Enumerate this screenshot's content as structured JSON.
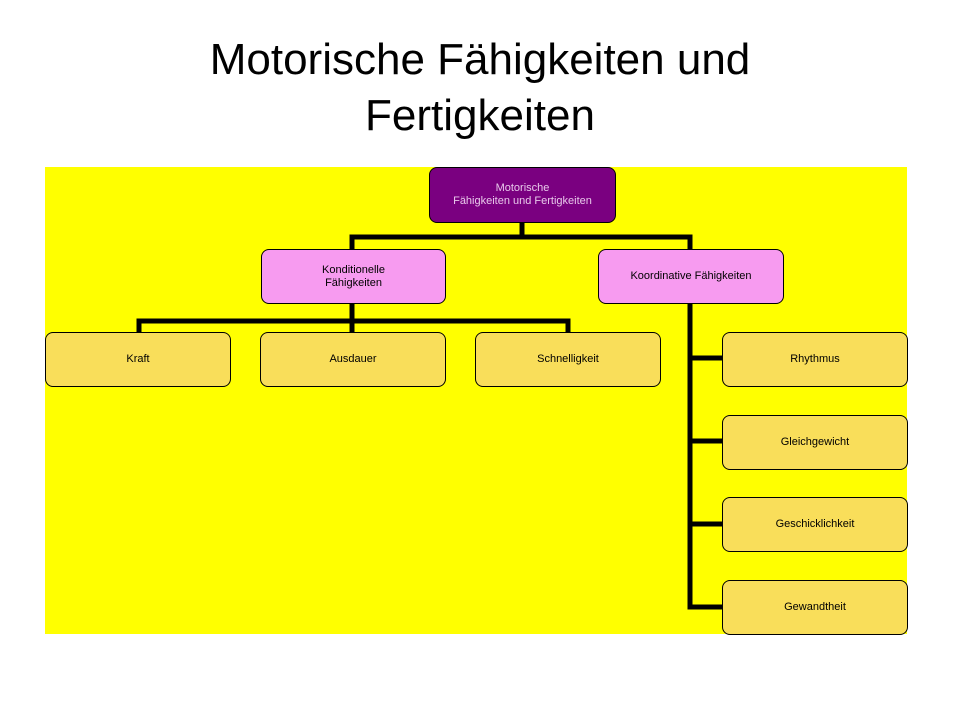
{
  "title": {
    "line1": "Motorische Fähigkeiten und",
    "line2": "Fertigkeiten"
  },
  "diagram": {
    "root": {
      "line1": "Motorische",
      "line2": "Fähigkeiten und Fertigkeiten",
      "fill": "#7a0080"
    },
    "konditionelle": {
      "line1": "Konditionelle",
      "line2": "Fähigkeiten",
      "fill": "#f79bf0",
      "children": [
        "Kraft",
        "Ausdauer",
        "Schnelligkeit"
      ]
    },
    "koordinative": {
      "label": "Koordinative Fähigkeiten",
      "fill": "#f79bf0",
      "children": [
        "Rhythmus",
        "Gleichgewicht",
        "Geschicklichkeit",
        "Gewandtheit"
      ]
    },
    "leaf_fill": "#f9de5a",
    "background": "#ffff00"
  }
}
